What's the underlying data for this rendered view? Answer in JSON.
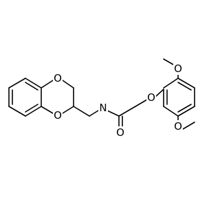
{
  "atom_labels": {
    "ring_o_upper": "O",
    "ring_o_lower": "O",
    "amide_n": "N",
    "carbonyl_o": "O",
    "ether_o": "O",
    "methoxy_o_top": "O",
    "methoxy_o_bottom": "O"
  }
}
